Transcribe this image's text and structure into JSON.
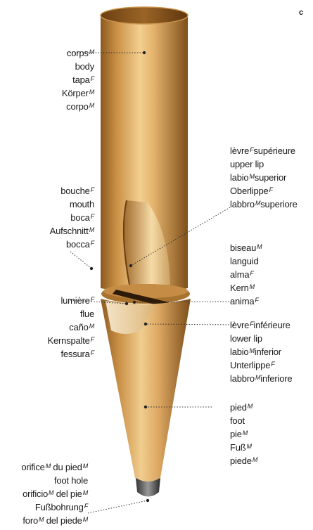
{
  "corner_letter": "c",
  "labels": {
    "body": [
      {
        "text": "corps",
        "g": "M"
      },
      {
        "text": "body",
        "g": ""
      },
      {
        "text": "tapa",
        "g": "F"
      },
      {
        "text": "Körper",
        "g": "M"
      },
      {
        "text": "corpo",
        "g": "M"
      }
    ],
    "mouth": [
      {
        "text": "bouche",
        "g": "F"
      },
      {
        "text": "mouth",
        "g": ""
      },
      {
        "text": "boca",
        "g": "F"
      },
      {
        "text": "Aufschnitt",
        "g": "M"
      },
      {
        "text": "bocca",
        "g": "F"
      }
    ],
    "flue": [
      {
        "text": "lumière",
        "g": "F"
      },
      {
        "text": "flue",
        "g": ""
      },
      {
        "text": "caño",
        "g": "M"
      },
      {
        "text": "Kernspalte",
        "g": "F"
      },
      {
        "text": "fessura",
        "g": "F"
      }
    ],
    "foot_hole": [
      {
        "text": "orifice",
        "g": "M",
        "tail": " du pied",
        "g2": "M"
      },
      {
        "text": "foot hole",
        "g": ""
      },
      {
        "text": "orificio",
        "g": "M",
        "tail": " del pie",
        "g2": "M"
      },
      {
        "text": "Fußbohrung",
        "g": "F"
      },
      {
        "text": "foro",
        "g": "M",
        "tail": " del piede",
        "g2": "M"
      }
    ],
    "upper_lip": [
      {
        "text": "lèvre",
        "g": "F",
        "tail": "supérieure",
        "g2": ""
      },
      {
        "text": "upper lip",
        "g": ""
      },
      {
        "text": "labio",
        "g": "M",
        "tail": "superior",
        "g2": ""
      },
      {
        "text": "Oberlippe",
        "g": "F"
      },
      {
        "text": "labbro",
        "g": "M",
        "tail": "superiore",
        "g2": ""
      }
    ],
    "languid": [
      {
        "text": "biseau",
        "g": "M"
      },
      {
        "text": "languid",
        "g": ""
      },
      {
        "text": "alma",
        "g": "F"
      },
      {
        "text": "Kern",
        "g": "M"
      },
      {
        "text": "anima",
        "g": "F"
      }
    ],
    "lower_lip": [
      {
        "text": "lèvre",
        "g": "F",
        "tail": "inférieure",
        "g2": ""
      },
      {
        "text": "lower lip",
        "g": ""
      },
      {
        "text": "labio",
        "g": "M",
        "tail": "inferior",
        "g2": ""
      },
      {
        "text": "Unterlippe",
        "g": "F"
      },
      {
        "text": "labbro",
        "g": "M",
        "tail": "inferiore",
        "g2": ""
      }
    ],
    "foot": [
      {
        "text": "pied",
        "g": "M"
      },
      {
        "text": "foot",
        "g": ""
      },
      {
        "text": "pie",
        "g": "M"
      },
      {
        "text": "Fuß",
        "g": "M"
      },
      {
        "text": "piede",
        "g": "M"
      }
    ]
  }
}
